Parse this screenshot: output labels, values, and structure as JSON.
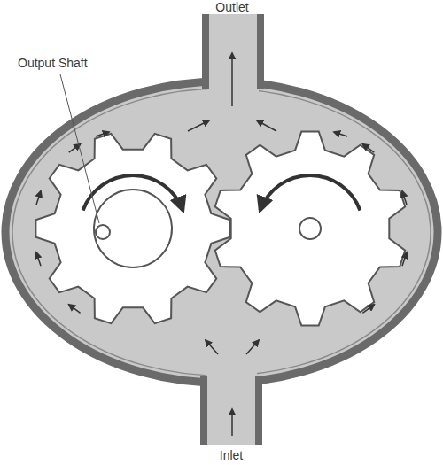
{
  "diagram": {
    "labels": [
      "Outlet",
      "Output Shaft",
      "Inlet"
    ]
  }
}
